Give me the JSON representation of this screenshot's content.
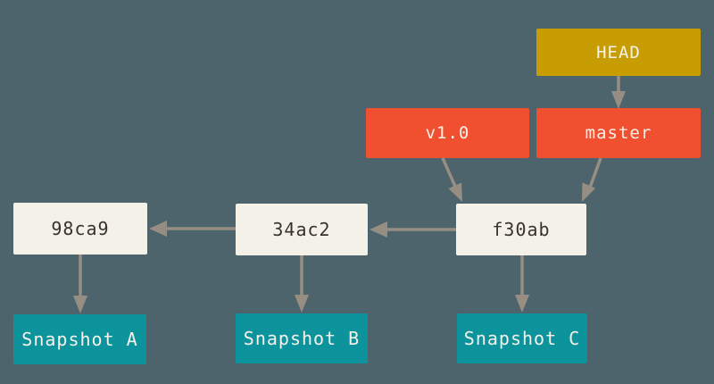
{
  "diagram": {
    "kind": "git-commit-history",
    "nodes": {
      "head": {
        "label": "HEAD",
        "type": "head-pointer",
        "color": "#c79d03"
      },
      "master": {
        "label": "master",
        "type": "branch",
        "color": "#f04f30"
      },
      "v1_0": {
        "label": "v1.0",
        "type": "tag",
        "color": "#f04f30"
      },
      "f30ab": {
        "label": "f30ab",
        "type": "commit",
        "color": "#f4f1e8"
      },
      "c34ac2": {
        "label": "34ac2",
        "type": "commit",
        "color": "#f4f1e8"
      },
      "c98ca9": {
        "label": "98ca9",
        "type": "commit",
        "color": "#f4f1e8"
      },
      "snap_a": {
        "label": "Snapshot A",
        "type": "snapshot",
        "color": "#0d939c"
      },
      "snap_b": {
        "label": "Snapshot B",
        "type": "snapshot",
        "color": "#0d939c"
      },
      "snap_c": {
        "label": "Snapshot C",
        "type": "snapshot",
        "color": "#0d939c"
      }
    },
    "edges": [
      {
        "from": "HEAD",
        "to": "master"
      },
      {
        "from": "v1.0",
        "to": "f30ab"
      },
      {
        "from": "master",
        "to": "f30ab"
      },
      {
        "from": "f30ab",
        "to": "34ac2"
      },
      {
        "from": "34ac2",
        "to": "98ca9"
      },
      {
        "from": "98ca9",
        "to": "Snapshot A"
      },
      {
        "from": "34ac2",
        "to": "Snapshot B"
      },
      {
        "from": "f30ab",
        "to": "Snapshot C"
      }
    ],
    "colors": {
      "background": "#4d646d",
      "head_pointer_box": "#c79d03",
      "branch_tag_box": "#f04f30",
      "commit_box": "#f4f1e8",
      "snapshot_box": "#0d939c",
      "arrow": "#968e83",
      "commit_text": "#38342c",
      "light_text": "#f5f2ea"
    }
  }
}
